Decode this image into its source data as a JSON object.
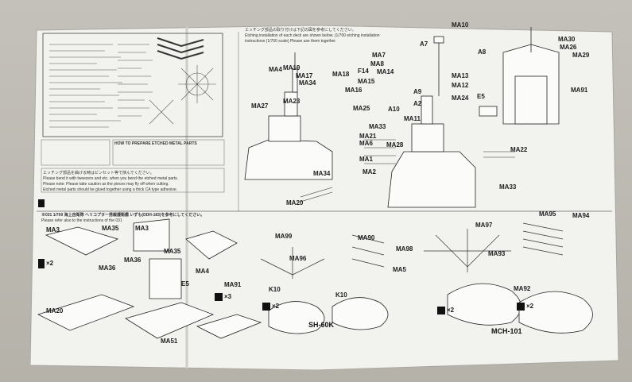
{
  "photo": {
    "subject": "instruction-sheet",
    "paper_color": "#f2f2ef",
    "background_color": "#b9b6ae"
  },
  "labels": {
    "ma10": "MA10",
    "ma30": "MA30",
    "ma26": "MA26",
    "ma29": "MA29",
    "ma91a": "MA91",
    "a7": "A7",
    "ma7": "MA7",
    "ma8": "MA8",
    "f14": "F14",
    "ma14": "MA14",
    "ma15": "MA15",
    "ma16": "MA16",
    "ma17": "MA17",
    "ma18": "MA18",
    "ma19": "MA19",
    "ma4a": "MA4",
    "ma34a": "MA34",
    "ma23": "MA23",
    "ma27": "MA27",
    "ma25": "MA25",
    "a10": "A10",
    "a9": "A9",
    "ma13": "MA13",
    "ma12": "MA12",
    "a2": "A2",
    "ma24": "MA24",
    "e5a": "E5",
    "ma11": "MA11",
    "ma33a": "MA33",
    "ma21": "MA21",
    "ma6": "MA6",
    "ma28": "MA28",
    "ma1": "MA1",
    "ma2": "MA2",
    "ma22": "MA22",
    "ma33b": "MA33",
    "ma34b": "MA34",
    "ma20a": "MA20",
    "ma3a": "MA3",
    "ma35a": "MA35",
    "ma3b": "MA3",
    "ma36a": "MA36",
    "ma35b": "MA35",
    "ma36b": "MA36",
    "e5b": "E5",
    "ma4b": "MA4",
    "ma91b": "MA91",
    "ma20b": "MA20",
    "ma51": "MA51",
    "ma99": "MA99",
    "ma96": "MA96",
    "k10a": "K10",
    "sh60k": "SH-60K",
    "ma90": "MA90",
    "ma98": "MA98",
    "ma5": "MA5",
    "k10b": "K10",
    "ma97": "MA97",
    "ma93": "MA93",
    "mch101": "MCH-101",
    "ma95": "MA95",
    "ma94": "MA94",
    "ma92": "MA92",
    "a8": "A8",
    "x2a": "×2",
    "x2b": "×2",
    "x2c": "×2",
    "x2d": "×2",
    "x3": "×3"
  },
  "text": {
    "etching_jp": "エッチング部品の取り付けは下記の図を参考にしてください。",
    "etching_en1": "Etching installation of each deck are shown below. (1/700 etching installation",
    "etching_en2": "instructions (1/700 scale) Please use them together.",
    "prepare_title": "HOW TO PREPARE ETCHED METAL PARTS",
    "heli_jp": "※031 1/700 海上自衛隊 ヘリコプター搭載護衛艦 いずも(DDH-183)を参考にしてください。",
    "heli_en": "Please refer also to the instructions of the 031",
    "note_a1": "エッチング部品を曲げる時はピンセット等で挟んでください。",
    "note_a2": "Please bend it with tweezers and etc. when you bend the etched metal parts.",
    "note_b1": "Please note: Please take caution as the pieces may fly off when cutting.",
    "note_c1": "Etched metal parts should be glued together using a thick CA type adhesive."
  }
}
